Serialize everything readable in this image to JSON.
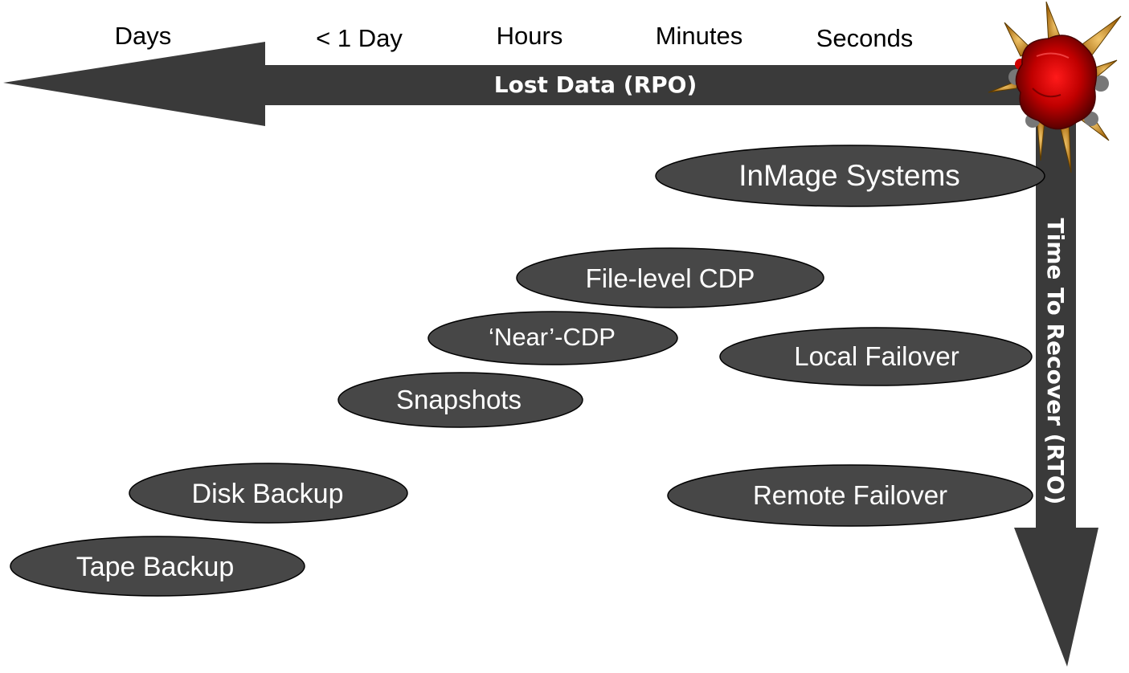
{
  "scale_labels": [
    "Days",
    "< 1 Day",
    "Hours",
    "Minutes",
    "Seconds"
  ],
  "rpo_axis_label": "Lost Data (RPO)",
  "rto_axis_label": "Time To Recover (RTO)",
  "solutions": [
    "InMage Systems",
    "File-level CDP",
    "‘Near’-CDP",
    "Local Failover",
    "Snapshots",
    "Disk Backup",
    "Remote Failover",
    "Tape Backup"
  ],
  "colors": {
    "arrow_fill": "#3a3a3a",
    "oval_fill": "#474747",
    "label_text": "#ffffff",
    "scale_text": "#000000",
    "burst_red": "#b30000",
    "burst_spike": "#c98a1e",
    "burst_grey": "#777777"
  },
  "icons": [
    "explosion-burst-icon"
  ]
}
